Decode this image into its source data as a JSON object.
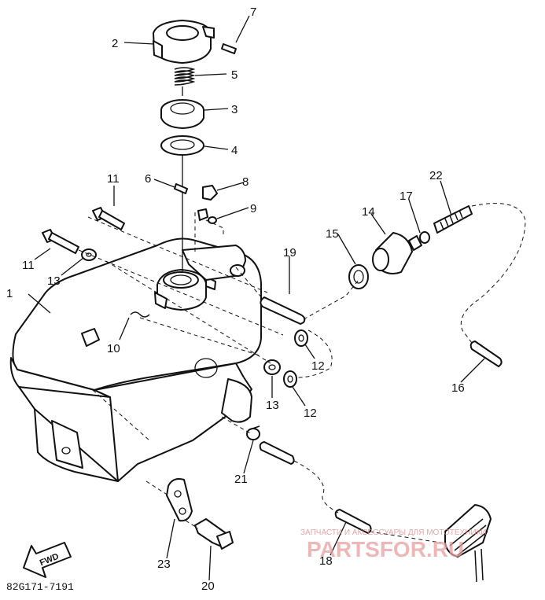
{
  "diagram": {
    "callouts": [
      "1",
      "2",
      "3",
      "4",
      "5",
      "6",
      "7",
      "8",
      "9",
      "10",
      "11",
      "11",
      "12",
      "12",
      "13",
      "13",
      "14",
      "15",
      "16",
      "17",
      "18",
      "19",
      "20",
      "21",
      "22",
      "23"
    ],
    "fwd_label": "FWD",
    "diagram_code": "82G171-7191"
  },
  "watermark": {
    "tagline": "ЗАПЧАСТИ И АКСЕССУАРЫ ДЛЯ МОТОТЕХНИКИ",
    "brand": "PARTSFOR.RU"
  }
}
